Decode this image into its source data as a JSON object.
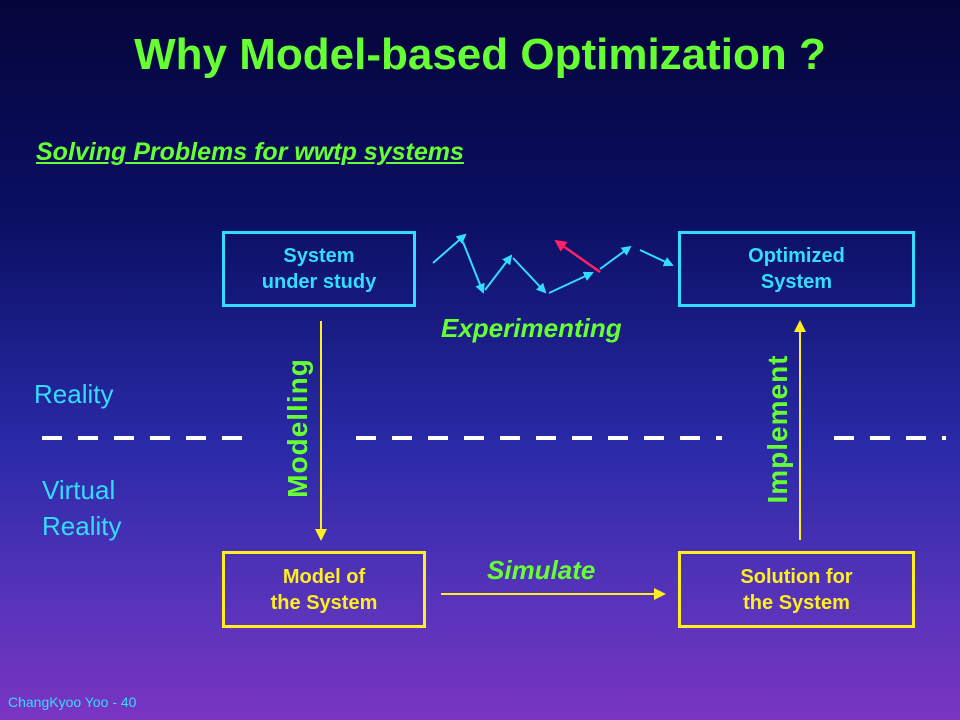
{
  "title": "Why Model-based Optimization ?",
  "subtitle": "Solving Problems for wwtp systems",
  "boxes": {
    "system_under_study": [
      "System",
      "under study"
    ],
    "optimized_system": [
      "Optimized",
      "System"
    ],
    "model_of_system": [
      "Model of",
      "the System"
    ],
    "solution_for_system": [
      "Solution for",
      "the System"
    ]
  },
  "labels": {
    "experimenting": "Experimenting",
    "simulate": "Simulate",
    "modelling": "Modelling",
    "implement": "Implement",
    "reality": "Reality",
    "virtual_reality": [
      "Virtual",
      "Reality"
    ]
  },
  "footer": "ChangKyoo Yoo - 40",
  "colors": {
    "green": "#66ff33",
    "cyan": "#33ddff",
    "yellow": "#ffee22",
    "red_arrow": "#ff2266",
    "dash": "#ffffff"
  }
}
